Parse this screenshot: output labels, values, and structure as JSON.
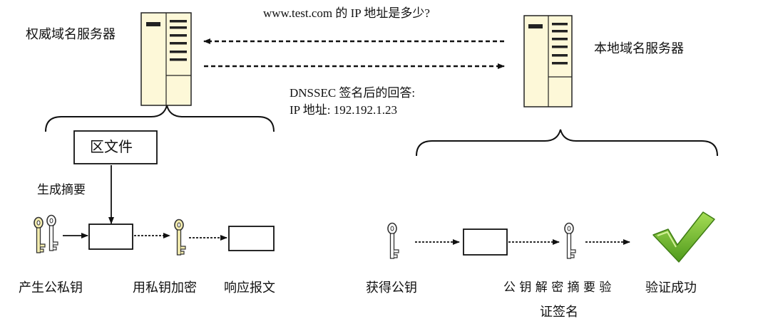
{
  "query_text": "www.test.com 的 IP 地址是多少?",
  "answer_line1": "DNSSEC 签名后的回答:",
  "answer_line2": "IP 地址:  192.192.1.23",
  "auth_server_label": "权威域名服务器",
  "local_server_label": "本地域名服务器",
  "zone_file_label": "区文件",
  "digest_label": "生成摘要",
  "left_steps": [
    "产生公私钥",
    "用私钥加密",
    "响应报文"
  ],
  "right_steps": [
    "获得公钥",
    "公 钥 解 密 摘 要 验",
    "证签名",
    "验证成功"
  ],
  "icons": [
    "server-icon",
    "key-icon",
    "checkmark-icon"
  ],
  "colors": {
    "server_fill": "#fdf8d8",
    "key_fill": "#f5eeb0",
    "check_green": "#6dbb2a"
  }
}
